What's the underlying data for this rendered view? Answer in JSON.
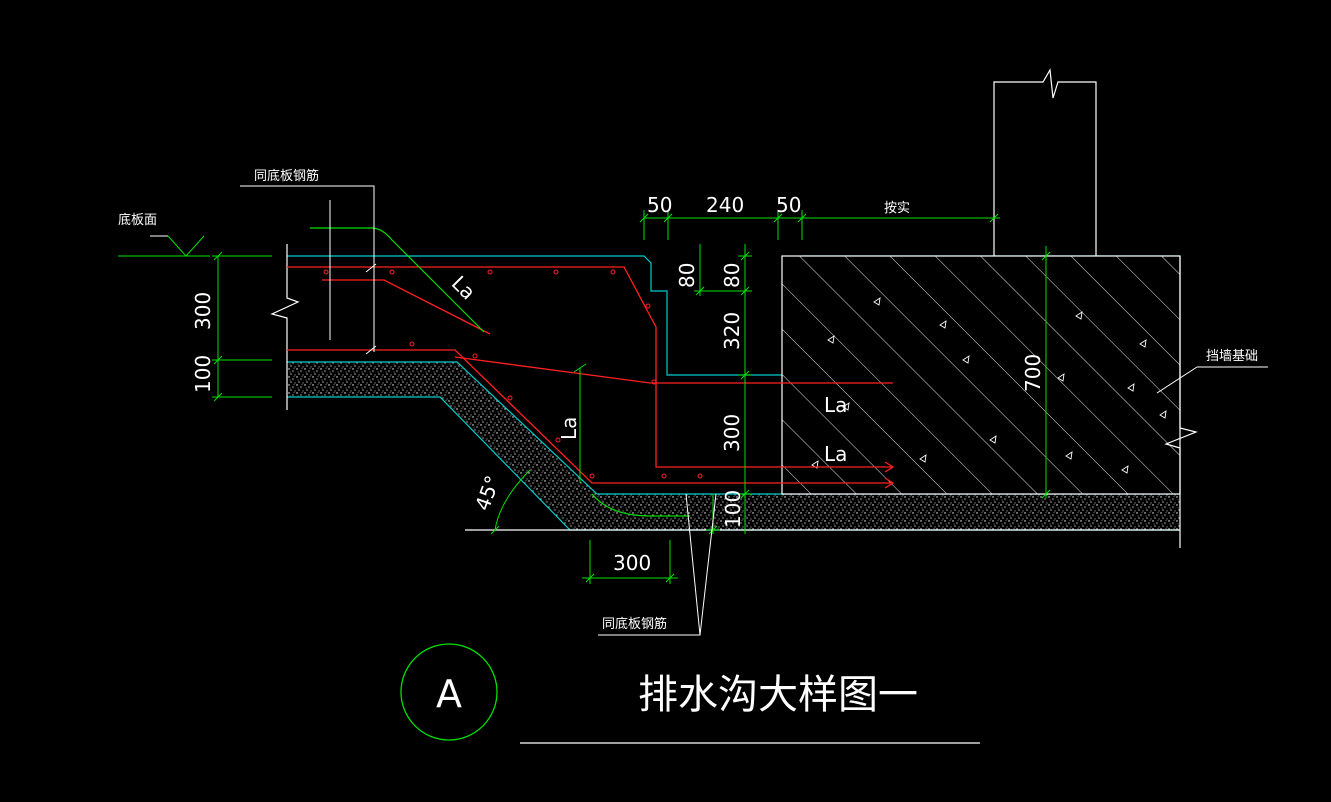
{
  "colors": {
    "background": "#000000",
    "linework": "#ffffff",
    "rebar": "#ff2020",
    "dimension": "#00e000",
    "concrete_edge": "#00cccc"
  },
  "labels": {
    "slab_surface": "底板面",
    "same_rebar_top": "同底板钢筋",
    "same_rebar_bottom": "同底板钢筋",
    "retaining_wall_foundation": "挡墙基础",
    "as_built": "按实",
    "anchorage_1": "La",
    "anchorage_2": "La",
    "anchorage_3": "La",
    "anchorage_4": "La",
    "angle": "45°"
  },
  "dimensions": {
    "d_300_left": "300",
    "d_100_left": "100",
    "d_50_a": "50",
    "d_240": "240",
    "d_50_b": "50",
    "d_80_a": "80",
    "d_80_b": "80",
    "d_320": "320",
    "d_300_mid": "300",
    "d_100_bottom": "100",
    "d_300_bottom": "300",
    "d_700": "700"
  },
  "title": {
    "marker": "A",
    "text": "排水沟大样图一"
  }
}
